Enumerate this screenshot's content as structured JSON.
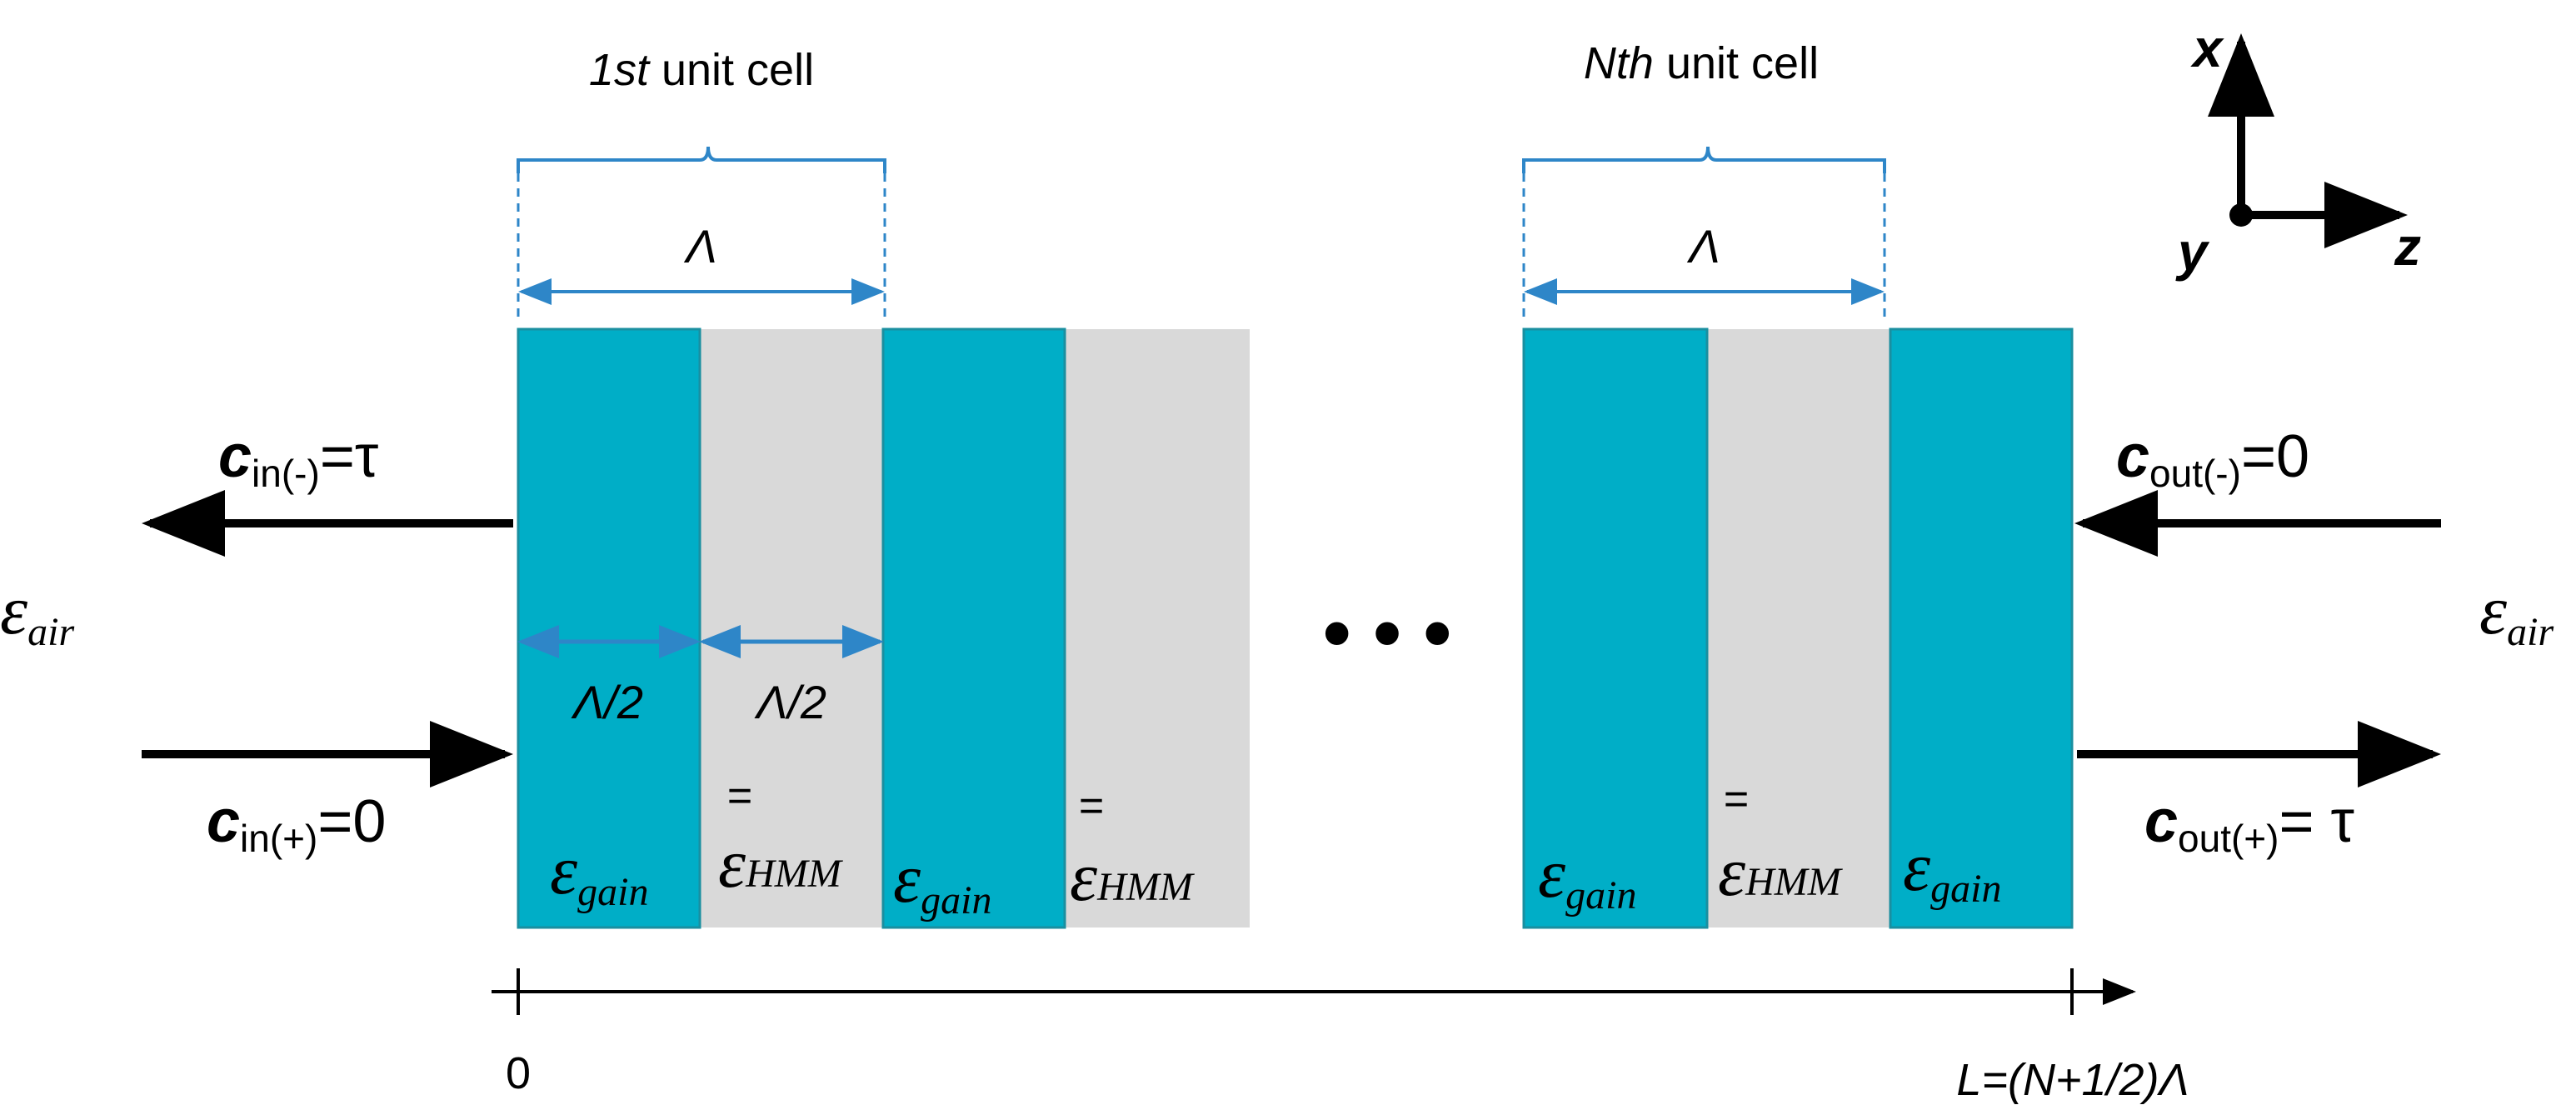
{
  "colors": {
    "gain": "#00AEC7",
    "gain_stroke": "#1A8FA0",
    "hmm": "#D9D9D9",
    "brace": "#2E86C8",
    "arrow": "#000000"
  },
  "labels": {
    "cell1_prefix": "1st",
    "cell1_suffix": " unit cell",
    "cellN_prefix": "Nth",
    "cellN_suffix": " unit cell",
    "lambda": "Λ",
    "half_lambda": "Λ/2",
    "eq_sign": "=",
    "ellipsis": "• • •"
  },
  "epsilon": {
    "symbol": "ε",
    "gain_sub": "gain",
    "hmm_sub": "HMM",
    "air_sub": "air"
  },
  "ports": {
    "c": "c",
    "in_minus_sub": "in(-)",
    "in_minus_val": "=τ",
    "in_plus_sub": "in(+)",
    "in_plus_val": "=0",
    "out_minus_sub": "out(-)",
    "out_minus_val": "=0",
    "out_plus_sub": "out(+)",
    "out_plus_val": "= τ"
  },
  "axis": {
    "origin": "0",
    "length": "L=(N+1/2)Λ"
  },
  "coords": {
    "x": "x",
    "y": "y",
    "z": "z"
  }
}
